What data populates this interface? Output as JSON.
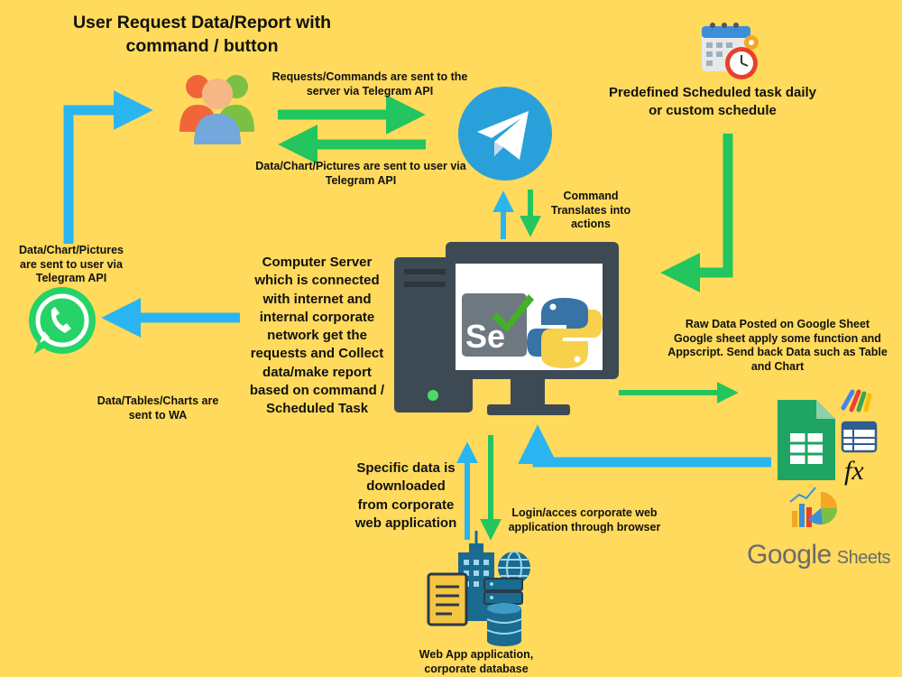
{
  "title": {
    "line1": "User Request Data/Report with",
    "line2": "command / button"
  },
  "labels": {
    "requests_to_server": [
      "Requests/Commands are sent to the",
      "server via Telegram API"
    ],
    "data_to_user_telegram": [
      "Data/Chart/Pictures are sent to user via",
      "Telegram API"
    ],
    "scheduled_task": [
      "Predefined Scheduled task daily",
      "or custom schedule"
    ],
    "command_translate": [
      "Command",
      "Translates into",
      "actions"
    ],
    "left_data_to_user": [
      "Data/Chart/Pictures",
      "are sent to user via",
      "Telegram API"
    ],
    "server_description": [
      "Computer Server",
      "which is connected",
      "with internet and",
      "internal corporate",
      "network get the",
      "requests and Collect",
      "data/make report",
      "based on command /",
      "Scheduled Task"
    ],
    "raw_data_sheet": [
      "Raw Data Posted on Google Sheet",
      "Google sheet apply some function and",
      "Appscript. Send back Data such as Table",
      "and Chart"
    ],
    "data_to_wa": [
      "Data/Tables/Charts are",
      "sent to WA"
    ],
    "specific_data": [
      "Specific data is",
      "downloaded",
      "from corporate",
      "web application"
    ],
    "login_access": [
      "Login/acces corporate web",
      "application through browser"
    ],
    "web_app": [
      "Web App application,",
      "corporate database"
    ]
  },
  "logos": {
    "google": "Google",
    "sheets": "Sheets",
    "selenium": "Se",
    "fx": "fx"
  },
  "icons": [
    "users-icon",
    "telegram-icon",
    "calendar-clock-icon",
    "whatsapp-icon",
    "computer-server-icon",
    "selenium-icon",
    "python-icon",
    "google-sheets-icon",
    "table-icon",
    "chart-icon",
    "function-icon",
    "office-building-icon",
    "database-icon",
    "document-icon",
    "globe-icon"
  ],
  "colors": {
    "background": "#FFDA5C",
    "arrow_green": "#22C55E",
    "arrow_blue": "#2BB5F0",
    "telegram": "#2AA0DA",
    "whatsapp": "#25D366",
    "sheets_green": "#1FA463",
    "server_dark": "#3D4A54"
  }
}
